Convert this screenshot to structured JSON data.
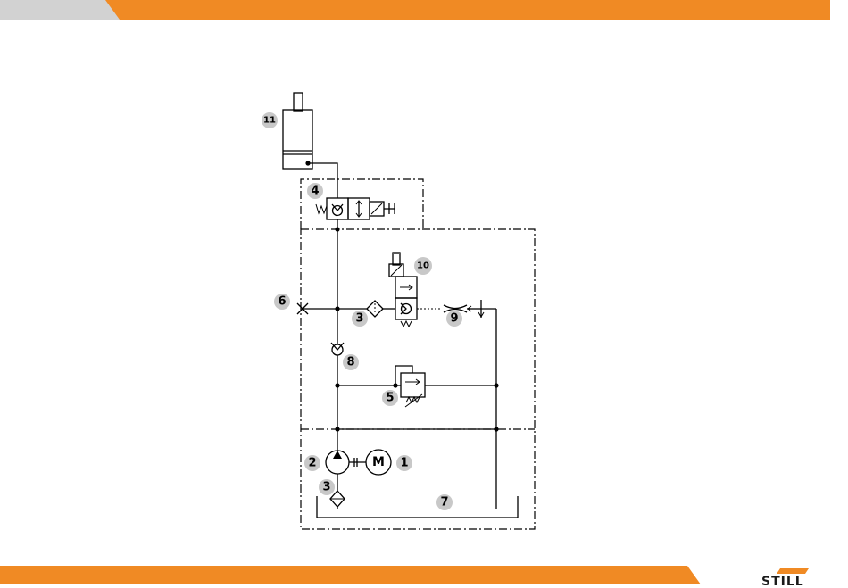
{
  "brand": {
    "logo_text": "STILL",
    "accent_color": "#f08a24",
    "gray_tab_color": "#d2d2d2"
  },
  "diagram": {
    "labels": {
      "motor": "1",
      "pump": "2",
      "filter_suction": "3",
      "filter_line": "3",
      "valve_block": "4",
      "relief_valve": "5",
      "test_port": "6",
      "tank": "7",
      "check_valve": "8",
      "throttle": "9",
      "solenoid_valve": "10",
      "cylinder": "11"
    },
    "motor_symbol": "M"
  }
}
